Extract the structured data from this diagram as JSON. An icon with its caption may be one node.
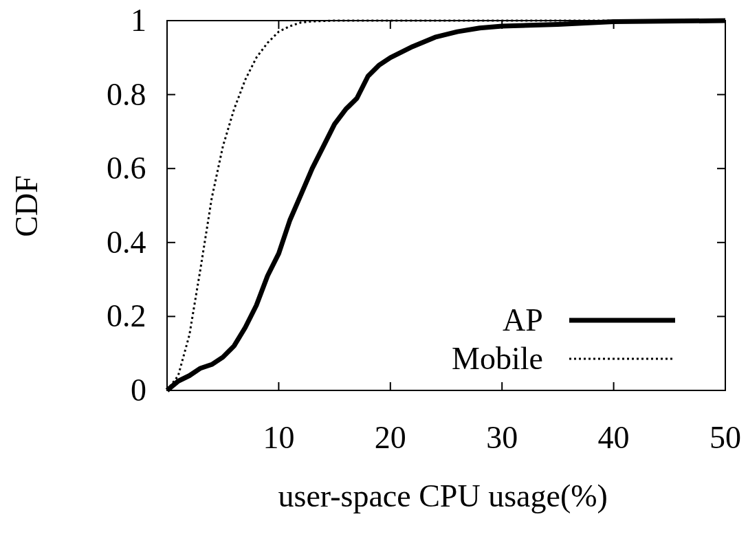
{
  "diagram": {
    "chart_data": {
      "type": "line",
      "xlabel": "user-space CPU usage(%)",
      "ylabel": "CDF",
      "x": [
        0,
        1,
        2,
        3,
        4,
        5,
        6,
        7,
        8,
        9,
        10,
        11,
        12,
        13,
        14,
        15,
        16,
        17,
        18,
        19,
        20,
        22,
        24,
        26,
        28,
        30,
        35,
        40,
        50
      ],
      "series": [
        {
          "name": "AP",
          "color": "#000000",
          "line_style": "solid",
          "values": [
            0,
            0.025,
            0.04,
            0.06,
            0.07,
            0.09,
            0.12,
            0.17,
            0.23,
            0.31,
            0.37,
            0.46,
            0.53,
            0.6,
            0.66,
            0.72,
            0.76,
            0.79,
            0.85,
            0.88,
            0.9,
            0.93,
            0.955,
            0.97,
            0.98,
            0.985,
            0.99,
            0.997,
            1
          ]
        },
        {
          "name": "Mobile",
          "color": "#000000",
          "line_style": "dotted",
          "values": [
            0,
            0.04,
            0.15,
            0.33,
            0.52,
            0.66,
            0.76,
            0.84,
            0.9,
            0.94,
            0.97,
            0.985,
            0.995,
            0.998,
            0.999,
            1,
            1,
            1,
            1,
            1,
            1,
            1,
            1,
            1,
            1,
            1,
            1,
            1,
            1
          ]
        }
      ],
      "legend": true,
      "xlim": [
        0,
        50
      ],
      "ylim": [
        0,
        1
      ],
      "xticks": [
        10,
        20,
        30,
        40,
        50
      ],
      "yticks": [
        {
          "value": 0,
          "label": "0"
        },
        {
          "value": 0.2,
          "label": "0.2"
        },
        {
          "value": 0.4,
          "label": "0.4"
        },
        {
          "value": 0.6,
          "label": "0.6"
        },
        {
          "value": 0.8,
          "label": "0.8"
        },
        {
          "value": 1,
          "label": "1"
        }
      ]
    }
  }
}
